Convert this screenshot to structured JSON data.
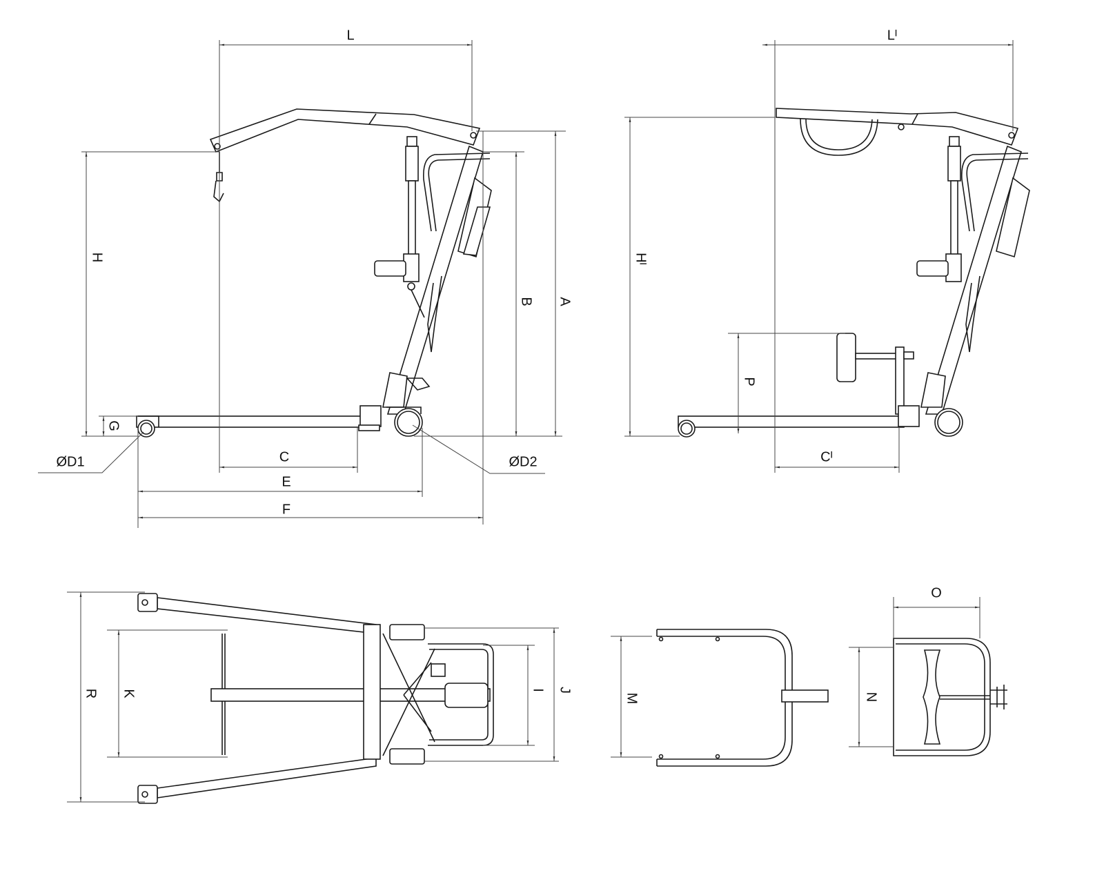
{
  "diagram": {
    "side_view": {
      "labels": {
        "L": "L",
        "H": "H",
        "A": "A",
        "B": "B",
        "C": "C",
        "E": "E",
        "F": "F",
        "G": "G",
        "D1": "ØD1",
        "D2": "ØD2"
      }
    },
    "side_view_seat": {
      "labels": {
        "L": "Lᴵ",
        "H": "Hᴵ",
        "C": "Cᴵ",
        "P": "P"
      }
    },
    "top_view": {
      "labels": {
        "R": "R",
        "K": "K",
        "I": "I",
        "J": "J"
      }
    },
    "sling_bar_view": {
      "labels": {
        "M": "M"
      }
    },
    "seat_view": {
      "labels": {
        "N": "N",
        "O": "O"
      }
    }
  }
}
